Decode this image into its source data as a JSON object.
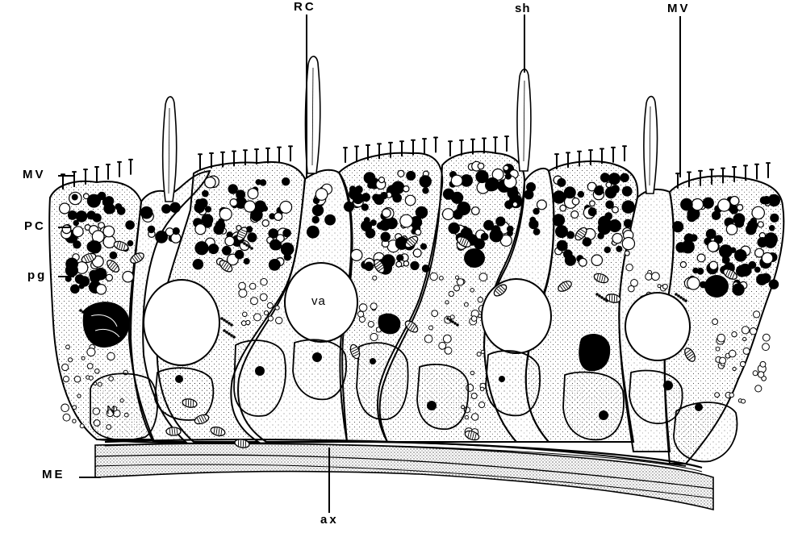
{
  "figure": {
    "labels": {
      "rc": "RC",
      "sh": "sh",
      "mv_top": "MV",
      "mv_left": "MV",
      "pc": "PC",
      "pg": "pg",
      "va": "va",
      "n": "N",
      "me": "ME",
      "ax": "ax"
    },
    "colors": {
      "ink": "#000000",
      "paper": "#ffffff",
      "stipple": "#1a1a1a"
    }
  }
}
